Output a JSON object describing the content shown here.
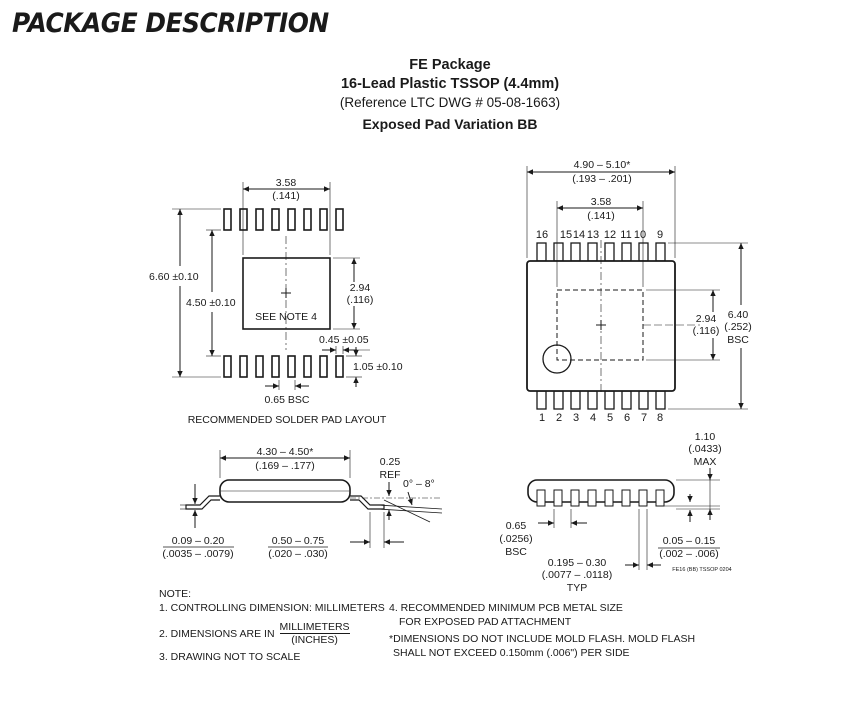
{
  "header": "PACKAGE DESCRIPTION",
  "titles": {
    "package": "FE Package",
    "lead": "16-Lead Plastic TSSOP (4.4mm)",
    "reference": "(Reference LTC DWG # 05-08-1663)",
    "variation": "Exposed Pad Variation BB"
  },
  "solder_layout": {
    "caption": "RECOMMENDED SOLDER PAD LAYOUT",
    "pad_width_mm": "3.58",
    "pad_width_in": "(.141)",
    "overall_height": "6.60 ±0.10",
    "body_height": "4.50 ±0.10",
    "pad_height_mm": "2.94",
    "pad_height_in": "(.116)",
    "see_note": "SEE NOTE 4",
    "lead_width": "0.45 ±0.05",
    "lead_length": "1.05 ±0.10",
    "pitch": "0.65 BSC"
  },
  "top_view": {
    "length_mm": "4.90 – 5.10*",
    "length_in": "(.193 – .201)",
    "pad_width_mm": "3.58",
    "pad_width_in": "(.141)",
    "pad_height_mm": "2.94",
    "pad_height_in": "(.116)",
    "width_mm": "6.40",
    "width_in": "(.252)",
    "width_note": "BSC",
    "top_pins": [
      "16",
      "15",
      "14",
      "13",
      "12",
      "11",
      "10",
      "9"
    ],
    "bottom_pins": [
      "1",
      "2",
      "3",
      "4",
      "5",
      "6",
      "7",
      "8"
    ]
  },
  "side_view": {
    "body_width_mm": "4.30 – 4.50*",
    "body_width_in": "(.169 – .177)",
    "ref_mm": "0.25",
    "ref_label": "REF",
    "angle": "0° – 8°",
    "lead_thk_mm": "0.09 – 0.20",
    "lead_thk_in": "(.0035 – .0079)",
    "foot_mm": "0.50 – 0.75",
    "foot_in": "(.020 – .030)"
  },
  "end_view": {
    "height_mm": "1.10",
    "height_in": "(.0433)",
    "height_note": "MAX",
    "pitch_mm": "0.65",
    "pitch_in": "(.0256)",
    "pitch_note": "BSC",
    "lead_w_mm": "0.195 – 0.30",
    "lead_w_in": "(.0077 – .0118)",
    "lead_w_note": "TYP",
    "standoff_mm": "0.05 – 0.15",
    "standoff_in": "(.002 – .006)",
    "drawing_id": "FE16 (BB) TSSOP 0204"
  },
  "notes": {
    "title": "NOTE:",
    "n1": "1. CONTROLLING DIMENSION: MILLIMETERS",
    "n2_prefix": "2. DIMENSIONS ARE IN",
    "n2_num": "MILLIMETERS",
    "n2_den": "(INCHES)",
    "n3": "3. DRAWING NOT TO SCALE",
    "n4_line1": "4. RECOMMENDED MINIMUM PCB METAL SIZE",
    "n4_line2": "FOR EXPOSED PAD ATTACHMENT",
    "n5_line1": "*DIMENSIONS DO NOT INCLUDE MOLD FLASH. MOLD FLASH",
    "n5_line2": "SHALL NOT EXCEED 0.150mm (.006\") PER SIDE"
  }
}
